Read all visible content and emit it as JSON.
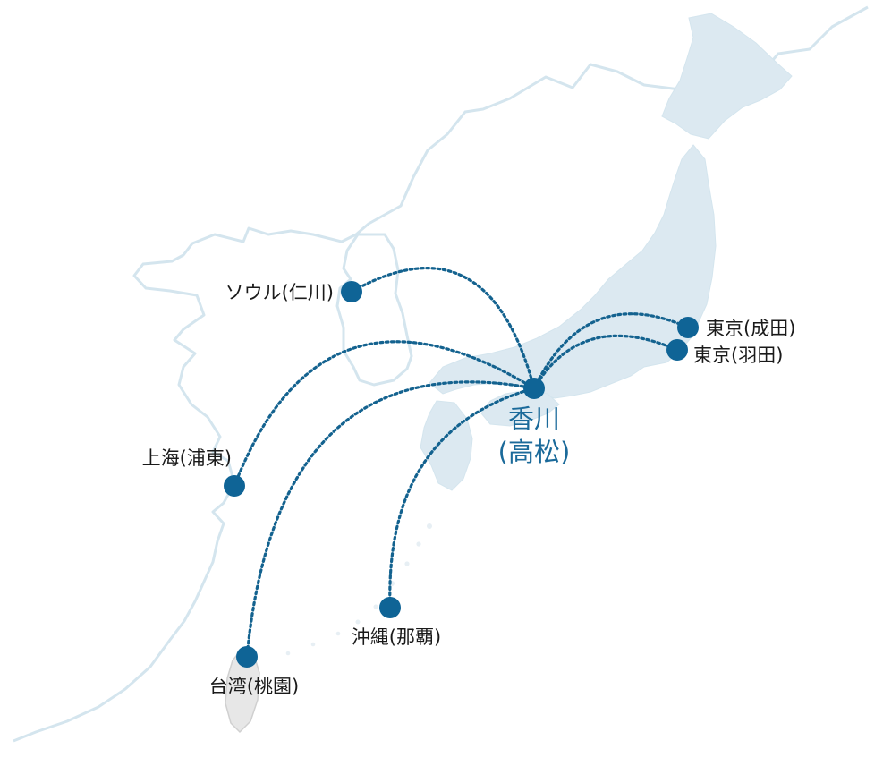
{
  "hub": {
    "line1": "香川",
    "line2": "(高松)"
  },
  "destinations": [
    {
      "key": "seoul",
      "label": "ソウル(仁川)"
    },
    {
      "key": "narita",
      "label": "東京(成田)"
    },
    {
      "key": "haneda",
      "label": "東京(羽田)"
    },
    {
      "key": "shanghai",
      "label": "上海(浦東)"
    },
    {
      "key": "okinawa",
      "label": "沖縄(那覇)"
    },
    {
      "key": "taiwan",
      "label": "台湾(桃園)"
    }
  ],
  "colors": {
    "route": "#13628f",
    "dot": "#0f6496",
    "hub_text": "#1b6a9a",
    "land": "#dce9f1",
    "coast": "#d4e5ee"
  }
}
